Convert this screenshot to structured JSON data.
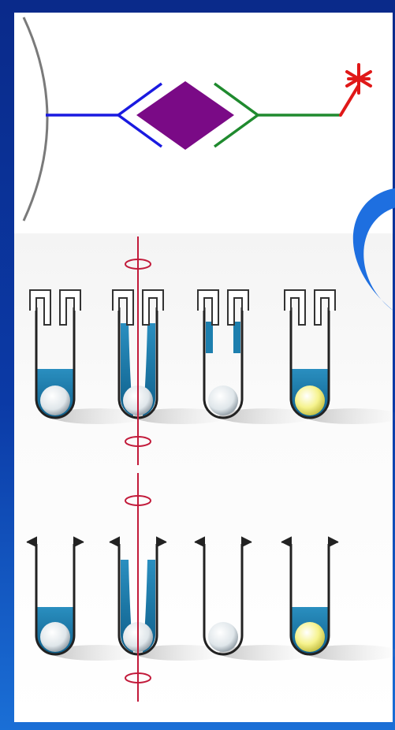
{
  "colors": {
    "background": "#0b3aa6",
    "panel": "#ffffff",
    "capture_antibody": "#1a1ae0",
    "antigen": "#7a0a86",
    "detection_antibody": "#1f8a2e",
    "label_star": "#e01818",
    "blue_arc": "#1e6fe0",
    "liquid": "#1d7fae",
    "bead_white": "#e9eef2",
    "bead_yellow": "#f4f08a",
    "rotation_axis": "#c21a3a"
  },
  "icons": {
    "binding_scheme": "sandwich-immunoassay-icon",
    "label": "asterisk-label-icon",
    "rotation": "rotation-axis-icon",
    "tube": "test-tube-with-bead-icon"
  },
  "tube_rows": [
    {
      "style": "capped",
      "tubes": [
        {
          "liquid": "full",
          "bead": "white",
          "rotating": false
        },
        {
          "liquid": "side",
          "bead": "white",
          "rotating": true
        },
        {
          "liquid": "none",
          "bead": "white",
          "rotating": false
        },
        {
          "liquid": "full",
          "bead": "yellow",
          "rotating": false
        }
      ]
    },
    {
      "style": "open",
      "tubes": [
        {
          "liquid": "full",
          "bead": "white",
          "rotating": false
        },
        {
          "liquid": "side",
          "bead": "white",
          "rotating": true
        },
        {
          "liquid": "none",
          "bead": "white",
          "rotating": false
        },
        {
          "liquid": "full",
          "bead": "yellow",
          "rotating": false
        }
      ]
    }
  ]
}
